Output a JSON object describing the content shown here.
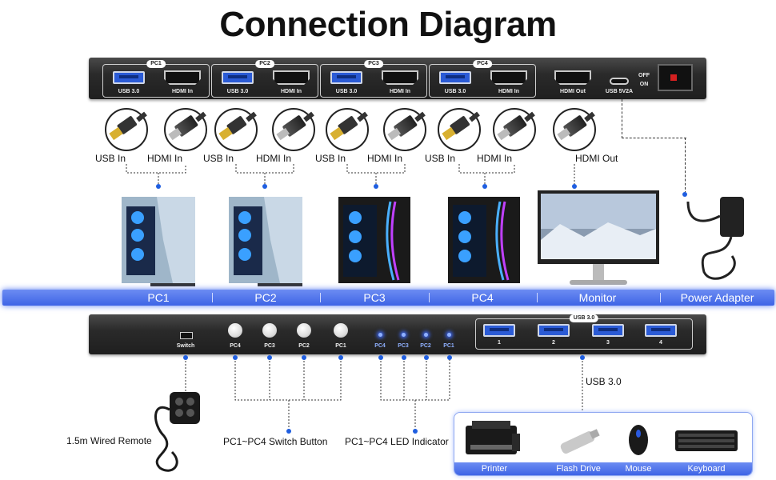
{
  "title": "Connection Diagram",
  "top_device": {
    "groups": [
      "PC1",
      "PC2",
      "PC3",
      "PC4"
    ],
    "usb_port_label": "USB 3.0",
    "hdmi_port_label": "HDMI In",
    "hdmi_out_label": "HDMI Out",
    "power_port_label": "USB 5V2A",
    "switch_label_off": "OFF",
    "switch_label_on": "ON"
  },
  "cable_labels": {
    "usb_in": "USB In",
    "hdmi_in": "HDMI In",
    "hdmi_out": "HDMI Out"
  },
  "band": [
    "PC1",
    "PC2",
    "PC3",
    "PC4",
    "Monitor",
    "Power Adapter"
  ],
  "bottom_device": {
    "switch_port_label": "Switch",
    "buttons": [
      "PC4",
      "PC3",
      "PC2",
      "PC1"
    ],
    "leds": [
      "PC4",
      "PC3",
      "PC2",
      "PC1"
    ],
    "usb_hub_label": "USB 3.0",
    "usb_ports": [
      "1",
      "2",
      "3",
      "4"
    ]
  },
  "annotations": {
    "remote": "1.5m Wired Remote",
    "switch_button": "PC1~PC4 Switch Button",
    "led_indicator": "PC1~PC4 LED Indicator",
    "usb30": "USB 3.0"
  },
  "peripherals": [
    "Printer",
    "Flash Drive",
    "Mouse",
    "Keyboard"
  ],
  "colors": {
    "accent_blue": "#3e64e6",
    "device_body": "#2a2a2a",
    "usb_blue": "#2b5bd6"
  }
}
